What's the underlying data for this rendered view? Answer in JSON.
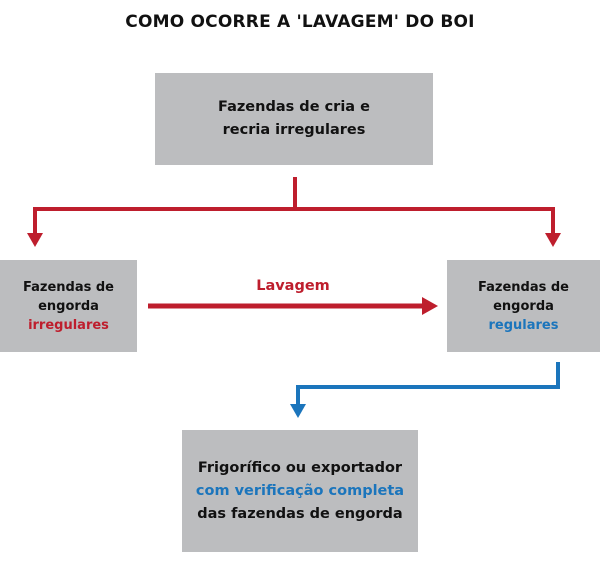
{
  "title": "COMO OCORRE A 'LAVAGEM' DO BOI",
  "boxes": {
    "top": {
      "line1": "Fazendas de cria e",
      "line2": "recria irregulares"
    },
    "left": {
      "line1": "Fazendas de engorda",
      "line2": "irregulares"
    },
    "right": {
      "line1": "Fazendas de engorda",
      "line2": "regulares"
    },
    "bottom": {
      "line1": "Frigorífico ou exportador",
      "line2": "com verificação completa",
      "line3": "das fazendas de engorda"
    }
  },
  "arrow_label": "Lavagem",
  "colors": {
    "red": "#be1e2d",
    "blue": "#1b75bc",
    "box": "#bcbdbf"
  }
}
